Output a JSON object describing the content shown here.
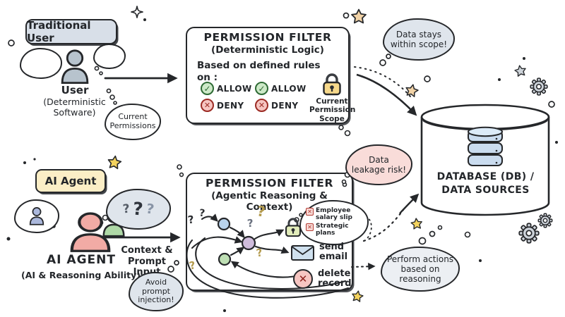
{
  "top_flow": {
    "label": "Traditional User",
    "actor_name": "User",
    "actor_subtitle": "(Deterministic Software)",
    "permissions_cloud": "Current Permissions",
    "filter": {
      "title": "PERMISSION FILTER",
      "subtitle": "(Deterministic Logic)",
      "rules_line1": "Based on defined rules",
      "rules_line2": "on :",
      "allow_label": "ALLOW",
      "deny_label": "DENY",
      "scope_caption": "Current Permission Scope"
    },
    "result_cloud": "Data stays within scope!"
  },
  "bottom_flow": {
    "label": "AI Agent",
    "actor_name": "AI AGENT",
    "actor_subtitle": "(AI & Reasoning Ability)",
    "question_marks": [
      "?",
      "?",
      "?"
    ],
    "arrow_caption": "Context & Prompt Input",
    "avoid_cloud": "Avoid prompt injection!",
    "filter": {
      "title": "PERMISSION FILTER",
      "subtitle": "(Agentic Reasoning & Context)",
      "qmark": "?",
      "blocked_item_1": "Employee salary slip",
      "blocked_item_2": "Strategic plans",
      "email_action": "send email",
      "delete_action": "delete record"
    },
    "risk_cloud": "Data leakage risk!",
    "result_cloud": "Perform actions based on reasoning"
  },
  "database": {
    "label_line1": "DATABASE (DB) /",
    "label_line2": "DATA SOURCES"
  },
  "glyphs": {
    "check": "✓",
    "cross": "✕"
  },
  "colors": {
    "trad_label_bg": "#d8dfe8",
    "ai_label_bg": "#fbeec6",
    "cloud_gray": "#dfe5ec",
    "cloud_pink": "#f9dcd9",
    "allow_green": "#cde9c8",
    "deny_red": "#f6c5c1",
    "lock_yellow": "#f7d98b",
    "lock_green": "#e2ecba",
    "db_disk_blue": "#cadcef",
    "person_gray": "#b7c3cd",
    "person_pink": "#f2aba5",
    "person_green": "#aed8a6",
    "person_blue": "#abb8dc"
  }
}
